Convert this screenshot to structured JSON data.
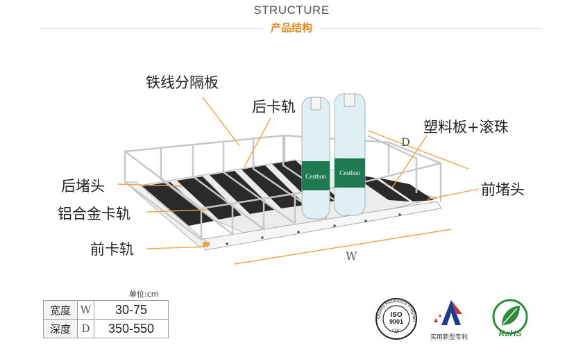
{
  "header": {
    "title": "STRUCTURE",
    "subtitle": "产品结构"
  },
  "callouts": {
    "wire_divider": "铁线分隔板",
    "back_rail": "后卡轨",
    "plastic_plate": "塑料板+滚珠",
    "back_stopper": "后堵头",
    "front_stopper": "前堵头",
    "aluminum_rail": "铝合金卡轨",
    "front_rail": "前卡轨"
  },
  "dimension_labels": {
    "depth": "D",
    "width": "W"
  },
  "bottle_brand": "Cestbon",
  "spec_table": {
    "unit": "单位:cm",
    "rows": [
      {
        "name": "宽度",
        "symbol": "W",
        "value": "30-75"
      },
      {
        "name": "深度",
        "symbol": "D",
        "value": "350-550"
      }
    ]
  },
  "certifications": {
    "iso_ring_text": "Quality Assurance Program",
    "iso_main": "ISO",
    "iso_number": "9001",
    "iso_mark": "CQC",
    "patent_text": "实用新型专利",
    "rohs_text": "RoHS"
  },
  "colors": {
    "accent": "#e58a1f",
    "leader": "#e9a54a",
    "rohs_green": "#2f8a3a",
    "patent_red": "#d32f2f",
    "patent_navy": "#1f3a8a"
  }
}
